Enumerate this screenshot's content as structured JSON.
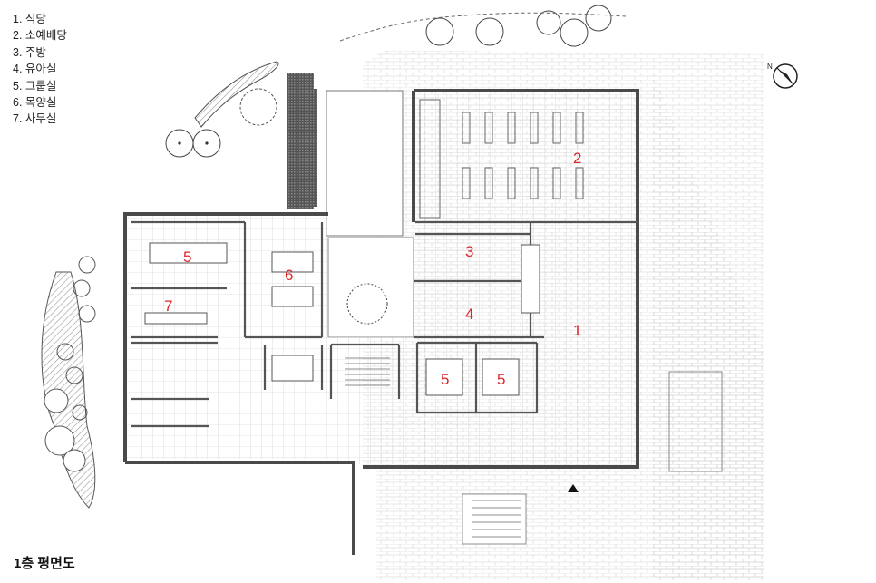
{
  "legend": [
    "1. 식당",
    "2. 소예배당",
    "3. 주방",
    "4. 유아실",
    "5. 그룹실",
    "6. 목양실",
    "7. 사무실"
  ],
  "title": "1층 평면도",
  "room_labels": {
    "r1": "1",
    "r2": "2",
    "r3": "3",
    "r4": "4",
    "r5a": "5",
    "r5b": "5",
    "r5c": "5",
    "r6": "6",
    "r7": "7"
  },
  "colors": {
    "wall": "#4a4a4a",
    "line": "#777777",
    "label": "#e0262b",
    "hatch": "#9a9a9a"
  },
  "icons": {
    "north_arrow": "compass-north-arrow",
    "entrance": "entrance-triangle"
  }
}
